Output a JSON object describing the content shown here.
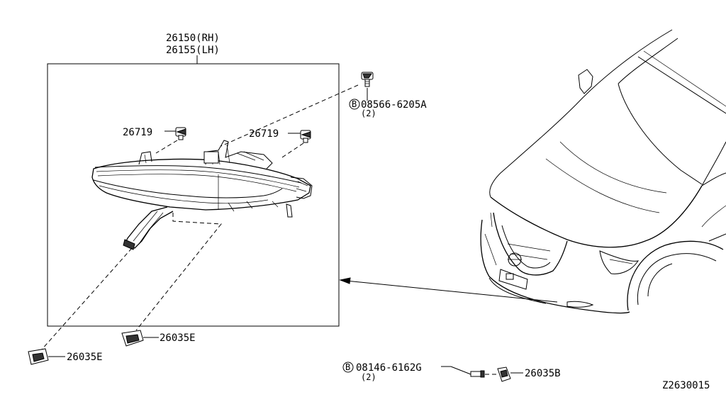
{
  "diagram": {
    "assembly_part_rh": "26150(RH)",
    "assembly_part_lh": "26155(LH)",
    "bulb_socket_left": "26719",
    "bulb_socket_right": "26719",
    "screw_top": {
      "circle_letter": "B",
      "number": "08566-6205A",
      "qty": "(2)"
    },
    "screw_bottom": {
      "circle_letter": "B",
      "number": "08146-6162G",
      "qty": "(2)"
    },
    "clip_lower_left": "26035E",
    "clip_lower_mid": "26035E",
    "clip_bottom_right": "26035B",
    "drawing_code": "Z2630015"
  }
}
